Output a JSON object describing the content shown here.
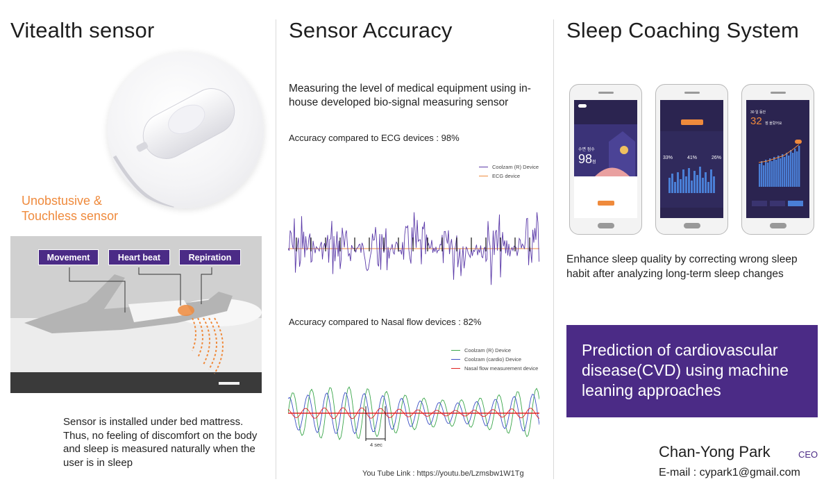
{
  "col1": {
    "title": "Vitealth sensor",
    "tag_line1": "Unobstusive &",
    "tag_line2": "Touchless sensor",
    "labels": [
      "Movement",
      "Heart beat",
      "Repiration"
    ],
    "description": "Sensor is installed under bed mattress. Thus, no feeling of discomfort on the body and sleep is measured naturally when the user is in sleep"
  },
  "col2": {
    "title": "Sensor Accuracy",
    "lead": "Measuring the level of medical equipment using in-house developed bio-signal measuring sensor",
    "ecg_label": "Accuracy compared to ECG devices : 98%",
    "nasal_label": "Accuracy compared to Nasal flow devices : 82%",
    "ecg_legend": [
      {
        "name": "Coolzam (R) Device",
        "color": "#5b3aa8"
      },
      {
        "name": "ECG device",
        "color": "#ef8a3c"
      }
    ],
    "nasal_legend": [
      {
        "name": "Coolzam (R) Device",
        "color": "#3aa64a"
      },
      {
        "name": "Coolzam (cardio) Device",
        "color": "#3a4fc4"
      },
      {
        "name": "Nasal flow measurement device",
        "color": "#e02020"
      }
    ],
    "scale_label": "4 sec",
    "youtube": "You Tube Link : https://youtu.be/Lzmsbw1W1Tg"
  },
  "col3": {
    "title": "Sleep Coaching System",
    "phone1": {
      "score": "98",
      "unit": "점",
      "score_label": "수면 점수"
    },
    "phone2": {
      "stats": [
        "33%",
        "41%",
        "26%"
      ]
    },
    "phone3": {
      "days": "30 일 동안",
      "value": "32",
      "unit": "점 올랐어요"
    },
    "description": "Enhance sleep quality by correcting wrong sleep habit after analyzing long-term sleep changes",
    "cvd": "Prediction of cardiovascular disease(CVD) using machine leaning approaches",
    "ceo_name": "Chan-Yong Park",
    "ceo_role": "CEO",
    "ceo_email": "E-mail : cypark1@gmail.com"
  },
  "colors": {
    "accent_purple": "#4b2b86",
    "accent_orange": "#ef8a3c"
  }
}
